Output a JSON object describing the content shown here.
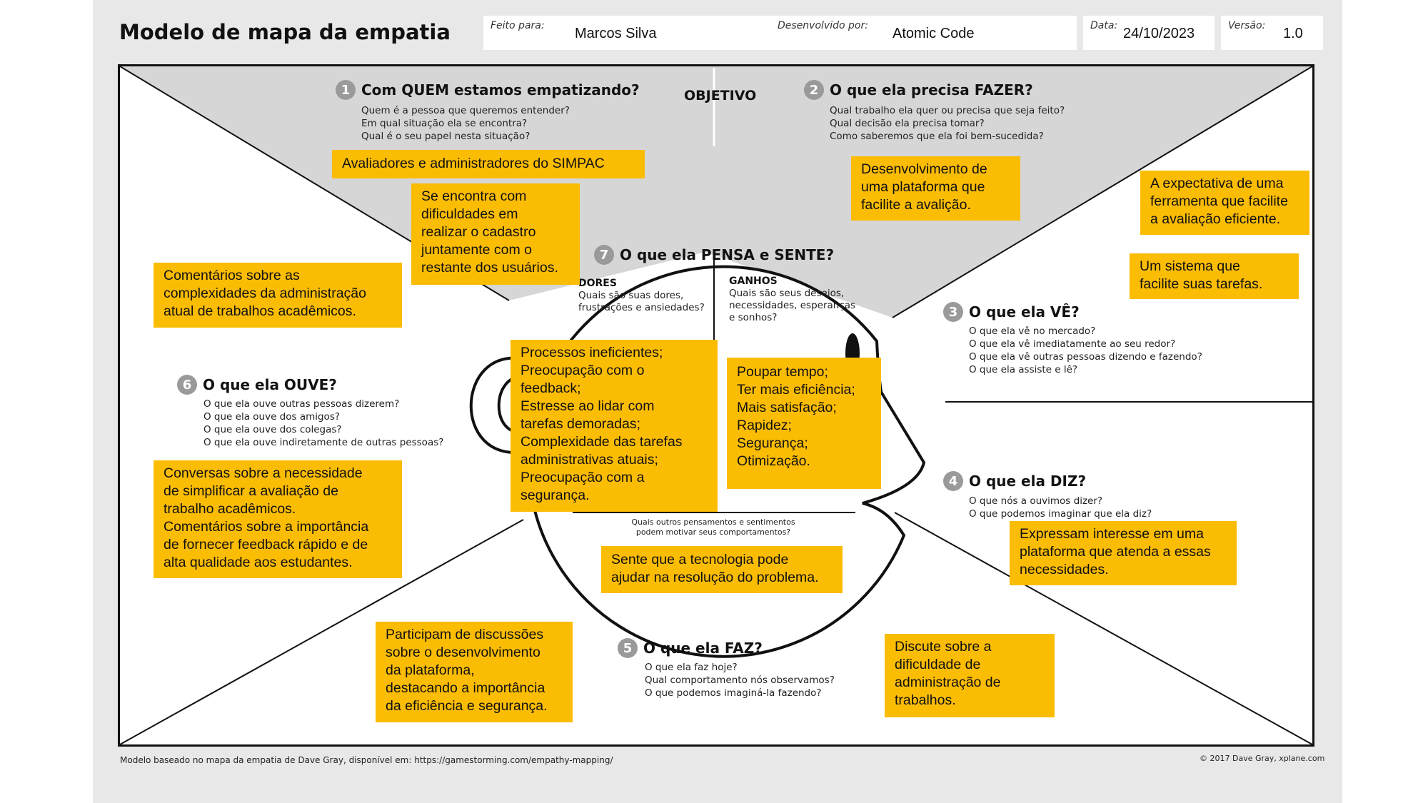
{
  "header": {
    "title": "Modelo de mapa da empatia",
    "made_for_label": "Feito para:",
    "made_for_value": "Marcos Silva",
    "developed_by_label": "Desenvolvido por:",
    "developed_by_value": "Atomic Code",
    "date_label": "Data:",
    "date_value": "24/10/2023",
    "version_label": "Versão:",
    "version_value": "1.0"
  },
  "objective_label": "OBJETIVO",
  "sections": {
    "who": {
      "number": "1",
      "title": "Com QUEM estamos empatizando?",
      "questions": [
        "Quem é a pessoa que queremos entender?",
        "Em qual situação ela se encontra?",
        "Qual é o seu papel nesta situação?"
      ]
    },
    "do": {
      "number": "2",
      "title": "O que ela precisa FAZER?",
      "questions": [
        "Qual trabalho ela quer ou precisa que seja feito?",
        "Qual decisão ela precisa tomar?",
        "Como saberemos que ela foi bem-sucedida?"
      ]
    },
    "see": {
      "number": "3",
      "title": "O que ela VÊ?",
      "questions": [
        "O que ela vê no mercado?",
        "O que ela vê imediatamente ao seu redor?",
        "O que ela vê outras pessoas dizendo e fazendo?",
        "O que ela assiste e lê?"
      ]
    },
    "say": {
      "number": "4",
      "title": "O que ela DIZ?",
      "questions": [
        "O que nós a ouvimos dizer?",
        "O que podemos imaginar que ela diz?"
      ]
    },
    "does": {
      "number": "5",
      "title": "O que ela FAZ?",
      "questions": [
        "O que ela faz hoje?",
        "Qual comportamento nós observamos?",
        "O que podemos imaginá-la fazendo?"
      ]
    },
    "hear": {
      "number": "6",
      "title": "O que ela OUVE?",
      "questions": [
        "O que ela ouve outras pessoas dizerem?",
        "O que ela ouve dos amigos?",
        "O que ela ouve dos colegas?",
        "O que ela ouve indiretamente de outras pessoas?"
      ]
    },
    "think": {
      "number": "7",
      "title": "O que ela PENSA e SENTE?",
      "pains_title": "DORES",
      "pains_questions": [
        "Quais são suas dores,",
        "frustrações e ansiedades?"
      ],
      "gains_title": "GANHOS",
      "gains_questions": [
        "Quais são seus desejos,",
        "necessidades, esperanças",
        "e sonhos?"
      ],
      "other_questions": [
        "Quais outros pensamentos e sentimentos",
        "podem motivar seus comportamentos?"
      ]
    }
  },
  "notes": {
    "who_1": [
      "Avaliadores e administradores do SIMPAC"
    ],
    "who_2": [
      "Se encontra com",
      "dificuldades em",
      "realizar o cadastro",
      "juntamente com o",
      "restante dos usuários."
    ],
    "do_1": [
      "Desenvolvimento de",
      "uma plataforma que",
      "facilite a avalição."
    ],
    "see_1": [
      "A expectativa de uma",
      "ferramenta que facilite",
      "a avaliação eficiente."
    ],
    "see_2": [
      "Um sistema que",
      "facilite suas tarefas."
    ],
    "hear_1": [
      "Comentários sobre as",
      "complexidades da administração",
      "atual de trabalhos acadêmicos."
    ],
    "hear_2": [
      "Conversas sobre a necessidade",
      "de simplificar a avaliação de",
      "trabalho acadêmicos.",
      "Comentários sobre a importância",
      "de fornecer feedback rápido e de",
      "alta qualidade aos estudantes."
    ],
    "pains": [
      "Processos ineficientes;",
      "Preocupação com o",
      "feedback;",
      "Estresse ao lidar com",
      "tarefas demoradas;",
      "Complexidade das tarefas",
      "administrativas atuais;",
      "Preocupação com a",
      "segurança."
    ],
    "gains": [
      "Poupar tempo;",
      "Ter mais eficiência;",
      "Mais satisfação;",
      "Rapidez;",
      "Segurança;",
      "Otimização."
    ],
    "think_other": [
      "Sente que a tecnologia pode",
      "ajudar na resolução do problema."
    ],
    "say_1": [
      "Expressam interesse em uma",
      "plataforma que atenda a essas",
      "necessidades."
    ],
    "does_1": [
      "Participam de discussões",
      "sobre o desenvolvimento",
      "da plataforma,",
      "destacando a importância",
      "da eficiência e segurança."
    ],
    "does_2": [
      "Discute sobre a",
      "dificuldade de",
      "administração de",
      "trabalhos."
    ]
  },
  "footer": {
    "source": "Modelo baseado no mapa da empatia de Dave Gray, disponível em: https://gamestorming.com/empathy-mapping/",
    "copyright": "© 2017 Dave Gray, xplane.com"
  },
  "colors": {
    "sticky_note": "#fbbc04",
    "board_background": "#e8e8e8",
    "objective_area": "#d6d6d6",
    "number_badge": "#9a9a9a"
  }
}
